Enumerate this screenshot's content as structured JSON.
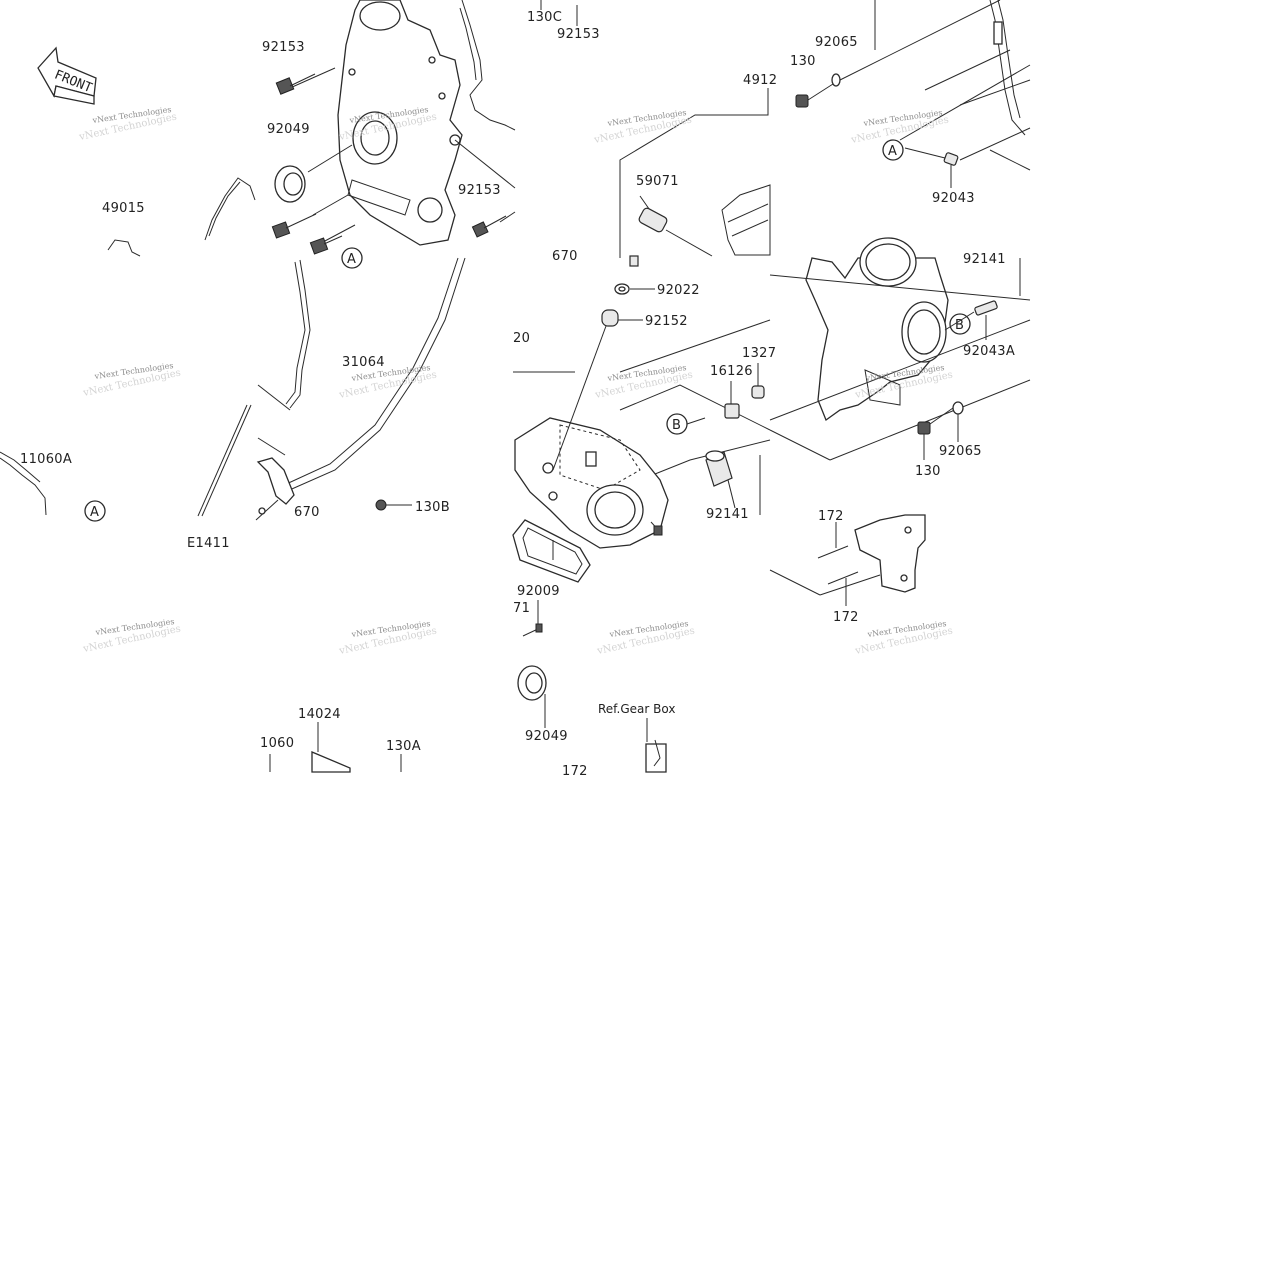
{
  "front_sign": "FRONT",
  "watermark": "vNext Technologies",
  "diagram_code": "E1411",
  "reference_text": "Ref.Gear Box",
  "reference_markers": {
    "a": "A",
    "b": "B"
  },
  "part_labels": [
    "92153",
    "92049",
    "49015",
    "11060A",
    "31064",
    "670",
    "130B",
    "130C",
    "92153",
    "4912",
    "59071",
    "92022",
    "92152",
    "20",
    "16126",
    "1327",
    "92141",
    "92009",
    "71",
    "92049",
    "14024",
    "1060",
    "130A",
    "172",
    "130",
    "92065",
    "92043",
    "92141",
    "92043A",
    "92065",
    "130",
    "172",
    "172",
    "92153",
    "670"
  ]
}
